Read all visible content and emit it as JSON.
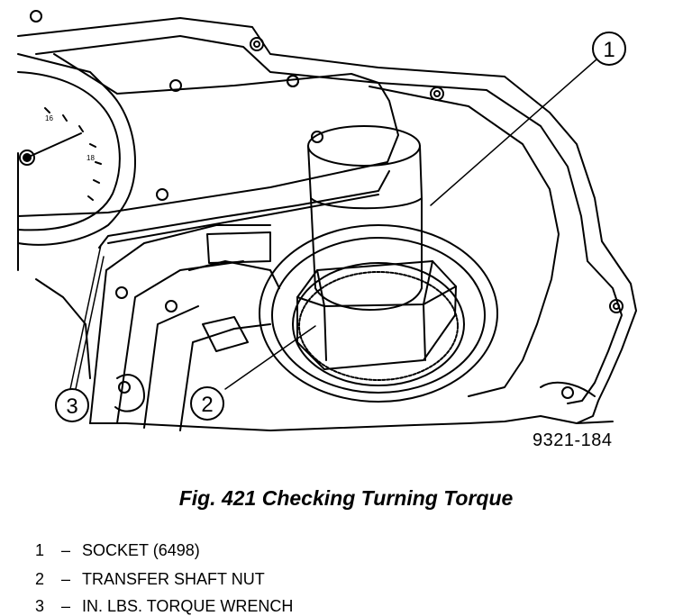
{
  "callouts": [
    "1",
    "2",
    "3"
  ],
  "figure_id": "9321-184",
  "caption": "Fig. 421 Checking Turning Torque",
  "legend": [
    {
      "number": "1",
      "dash": "–",
      "text": "SOCKET (6498)"
    },
    {
      "number": "2",
      "dash": "–",
      "text": "TRANSFER SHAFT NUT"
    },
    {
      "number": "3",
      "dash": "–",
      "text": "IN. LBS. TORQUE WRENCH"
    }
  ]
}
